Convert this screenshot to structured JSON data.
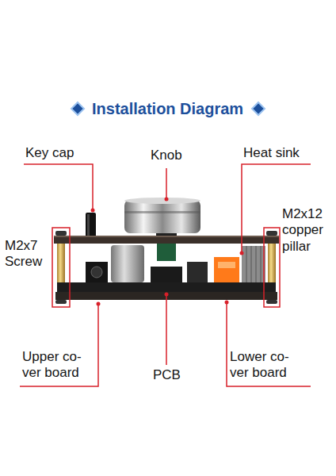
{
  "diagram": {
    "title": "Installation Diagram",
    "labels": [
      "Key cap",
      "Knob",
      "Heat sink",
      "M2x7 Screw",
      "M2x12 copper pillar",
      "Upper co- ver board",
      "PCB",
      "Lower co- ver board"
    ]
  }
}
